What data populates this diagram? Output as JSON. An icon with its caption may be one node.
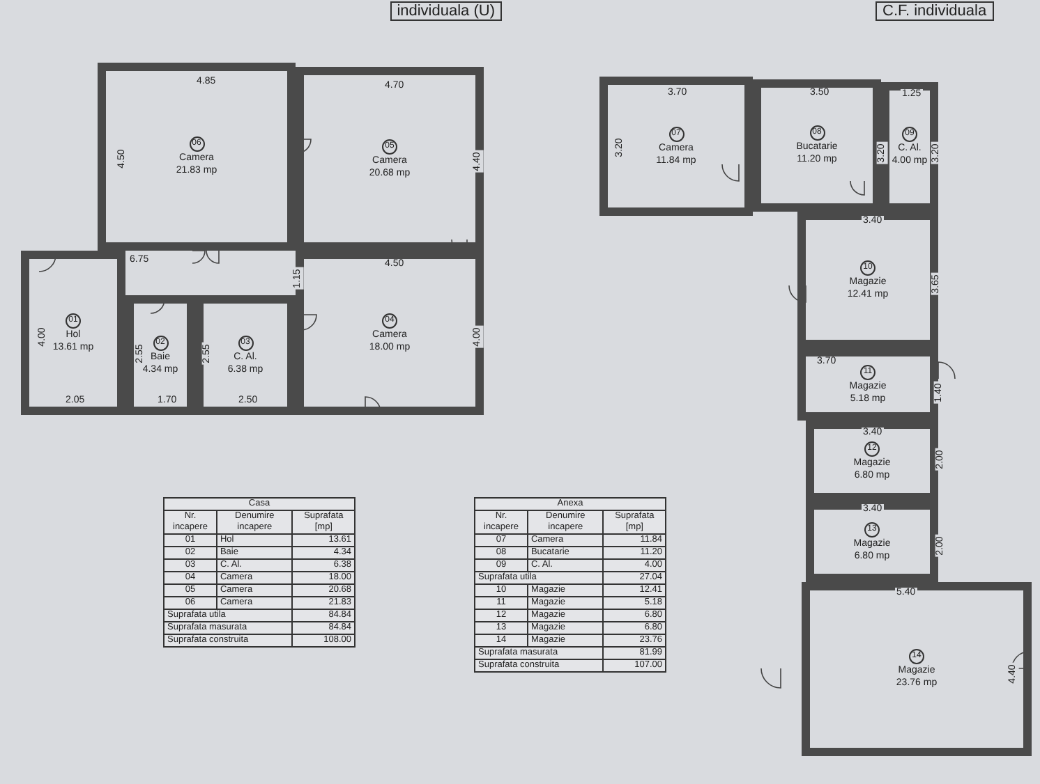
{
  "diagram": {
    "nodes": [
      {
        "text": [
          "06",
          "Camera",
          "21.83 mp"
        ]
      },
      {
        "text": [
          "05",
          "Camera",
          "20.68 mp"
        ]
      },
      {
        "text": [
          "01",
          "Hol",
          "13.61 mp"
        ]
      },
      {
        "text": [
          "02",
          "Baie",
          "4.34 mp"
        ]
      },
      {
        "text": [
          "03",
          "C. Al.",
          "6.38 mp"
        ]
      },
      {
        "text": [
          "04",
          "Camera",
          "18.00 mp"
        ]
      },
      {
        "text": [
          "07",
          "Camera",
          "11.84 mp"
        ]
      },
      {
        "text": [
          "08",
          "Bucatarie",
          "11.20 mp"
        ]
      },
      {
        "text": [
          "09",
          "C. Al.",
          "4.00 mp"
        ]
      },
      {
        "text": [
          "10",
          "Magazie",
          "12.41 mp"
        ]
      },
      {
        "text": [
          "11",
          "Magazie",
          "5.18 mp"
        ]
      },
      {
        "text": [
          "12",
          "Magazie",
          "6.80 mp"
        ]
      },
      {
        "text": [
          "13",
          "Magazie",
          "6.80 mp"
        ]
      },
      {
        "text": [
          "14",
          "Magazie",
          "23.76 mp"
        ]
      }
    ],
    "edges": [],
    "labels": [
      "individuala (U)",
      "C.F. individuala",
      "4.85",
      "4.70",
      "4.50",
      "4.40",
      "6.75",
      "4.50",
      "1.15",
      "4.00",
      "2.55",
      "2.55",
      "4.00",
      "2.05",
      "1.70",
      "2.50",
      "3.70",
      "3.50",
      "1.25",
      "3.20",
      "3.20",
      "3.20",
      "3.40",
      "3.65",
      "3.70",
      "1.40",
      "3.40",
      "2.00",
      "3.40",
      "2.00",
      "5.40",
      "4.40",
      "Casa",
      "Nr. incapere",
      "Denumire incapere",
      "Suprafata [mp]",
      "01",
      "Hol",
      "13.61",
      "02",
      "Baie",
      "4.34",
      "03",
      "C. Al.",
      "6.38",
      "04",
      "Camera",
      "18.00",
      "05",
      "Camera",
      "20.68",
      "06",
      "Camera",
      "21.83",
      "Suprafata utila",
      "84.84",
      "Suprafata masurata",
      "84.84",
      "Suprafata construita",
      "108.00",
      "Anexa",
      "Nr. incapere",
      "Denumire incapere",
      "Suprafata [mp]",
      "07",
      "Camera",
      "11.84",
      "08",
      "Bucatarie",
      "11.20",
      "09",
      "C. Al.",
      "4.00",
      "Suprafata utila",
      "27.04",
      "10",
      "Magazie",
      "12.41",
      "11",
      "Magazie",
      "5.18",
      "12",
      "Magazie",
      "6.80",
      "13",
      "Magazie",
      "6.80",
      "14",
      "Magazie",
      "23.76",
      "Suprafata masurata",
      "81.99",
      "Suprafata construita",
      "107.00"
    ]
  }
}
